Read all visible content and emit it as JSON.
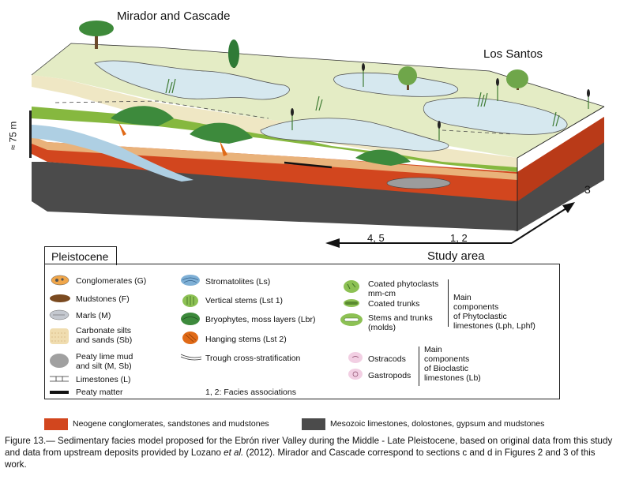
{
  "block_diagram": {
    "labels": {
      "mirador_cascade": "Mirador and Cascade",
      "los_santos": "Los Santos",
      "scale": "≈ 75 m",
      "arrow_3": "3",
      "arrow_45": "4, 5",
      "arrow_12": "1, 2",
      "study_area": "Study area"
    },
    "colors": {
      "neogene": "#d2461e",
      "mesozoic": "#4a4a4a",
      "water": "#dbe9f1",
      "grass": "#86b83f",
      "terrace": "#e7edc7",
      "carbonate_silts": "#f0ddb0"
    }
  },
  "legend": {
    "title": "Pleistocene",
    "col1": [
      {
        "label": "Conglomerates (G)",
        "icon": "conglomerate-swatch"
      },
      {
        "label": "Mudstones (F)",
        "icon": "mudstone-swatch"
      },
      {
        "label": "Marls (M)",
        "icon": "marl-swatch"
      },
      {
        "label1": "Carbonate silts",
        "label2": "and sands (Sb)",
        "icon": "carbonate-silt-swatch"
      },
      {
        "label1": "Peaty lime mud",
        "label2": "and silt (M, Sb)",
        "icon": "peaty-lime-swatch"
      },
      {
        "label": "Limestones (L)",
        "icon": "limestone-swatch"
      },
      {
        "label": "Peaty matter",
        "icon": "peaty-matter-swatch"
      }
    ],
    "col2": [
      {
        "label": "Stromatolites (Ls)",
        "icon": "stromatolite-swatch"
      },
      {
        "label": "Vertical stems (Lst 1)",
        "icon": "vertical-stems-swatch"
      },
      {
        "label": "Bryophytes, moss layers (Lbr)",
        "icon": "bryophyte-swatch"
      },
      {
        "label": "Hanging stems (Lst 2)",
        "icon": "hanging-stems-swatch"
      },
      {
        "label": "Trough cross-stratification",
        "icon": "cross-strat-swatch"
      },
      {
        "label": "1, 2: Facies associations"
      }
    ],
    "col3": [
      {
        "label1": "Coated phytoclasts",
        "label2": "mm-cm",
        "icon": "phytoclast-swatch"
      },
      {
        "label": "Coated trunks",
        "icon": "coated-trunk-swatch"
      },
      {
        "label1": "Stems and trunks",
        "label2": "(molds)",
        "icon": "stem-mold-swatch"
      },
      {
        "label": "Ostracods",
        "icon": "ostracod-swatch"
      },
      {
        "label": "Gastropods",
        "icon": "gastropod-swatch"
      }
    ],
    "group_phyto": [
      "Main",
      "components",
      "of Phytoclastic",
      "limestones (Lph, Lphf)"
    ],
    "group_bio": [
      "Main",
      "components",
      "of Bioclastic",
      "limestones (Lb)"
    ]
  },
  "bottom_legend": {
    "neogene": "Neogene conglomerates, sandstones and mudstones",
    "mesozoic": "Mesozoic limestones, dolostones, gypsum and mudstones"
  },
  "caption": {
    "part1": "Figure 13.— Sedimentary facies model proposed for the Ebrón river Valley during the Middle - Late Pleistocene, based on original data from this study and data from upstream deposits provided by Lozano ",
    "etal": "et al.",
    "part2": " (2012). Mirador and Cascade correspond to sections c and d in Figures 2 and 3 of this work."
  }
}
